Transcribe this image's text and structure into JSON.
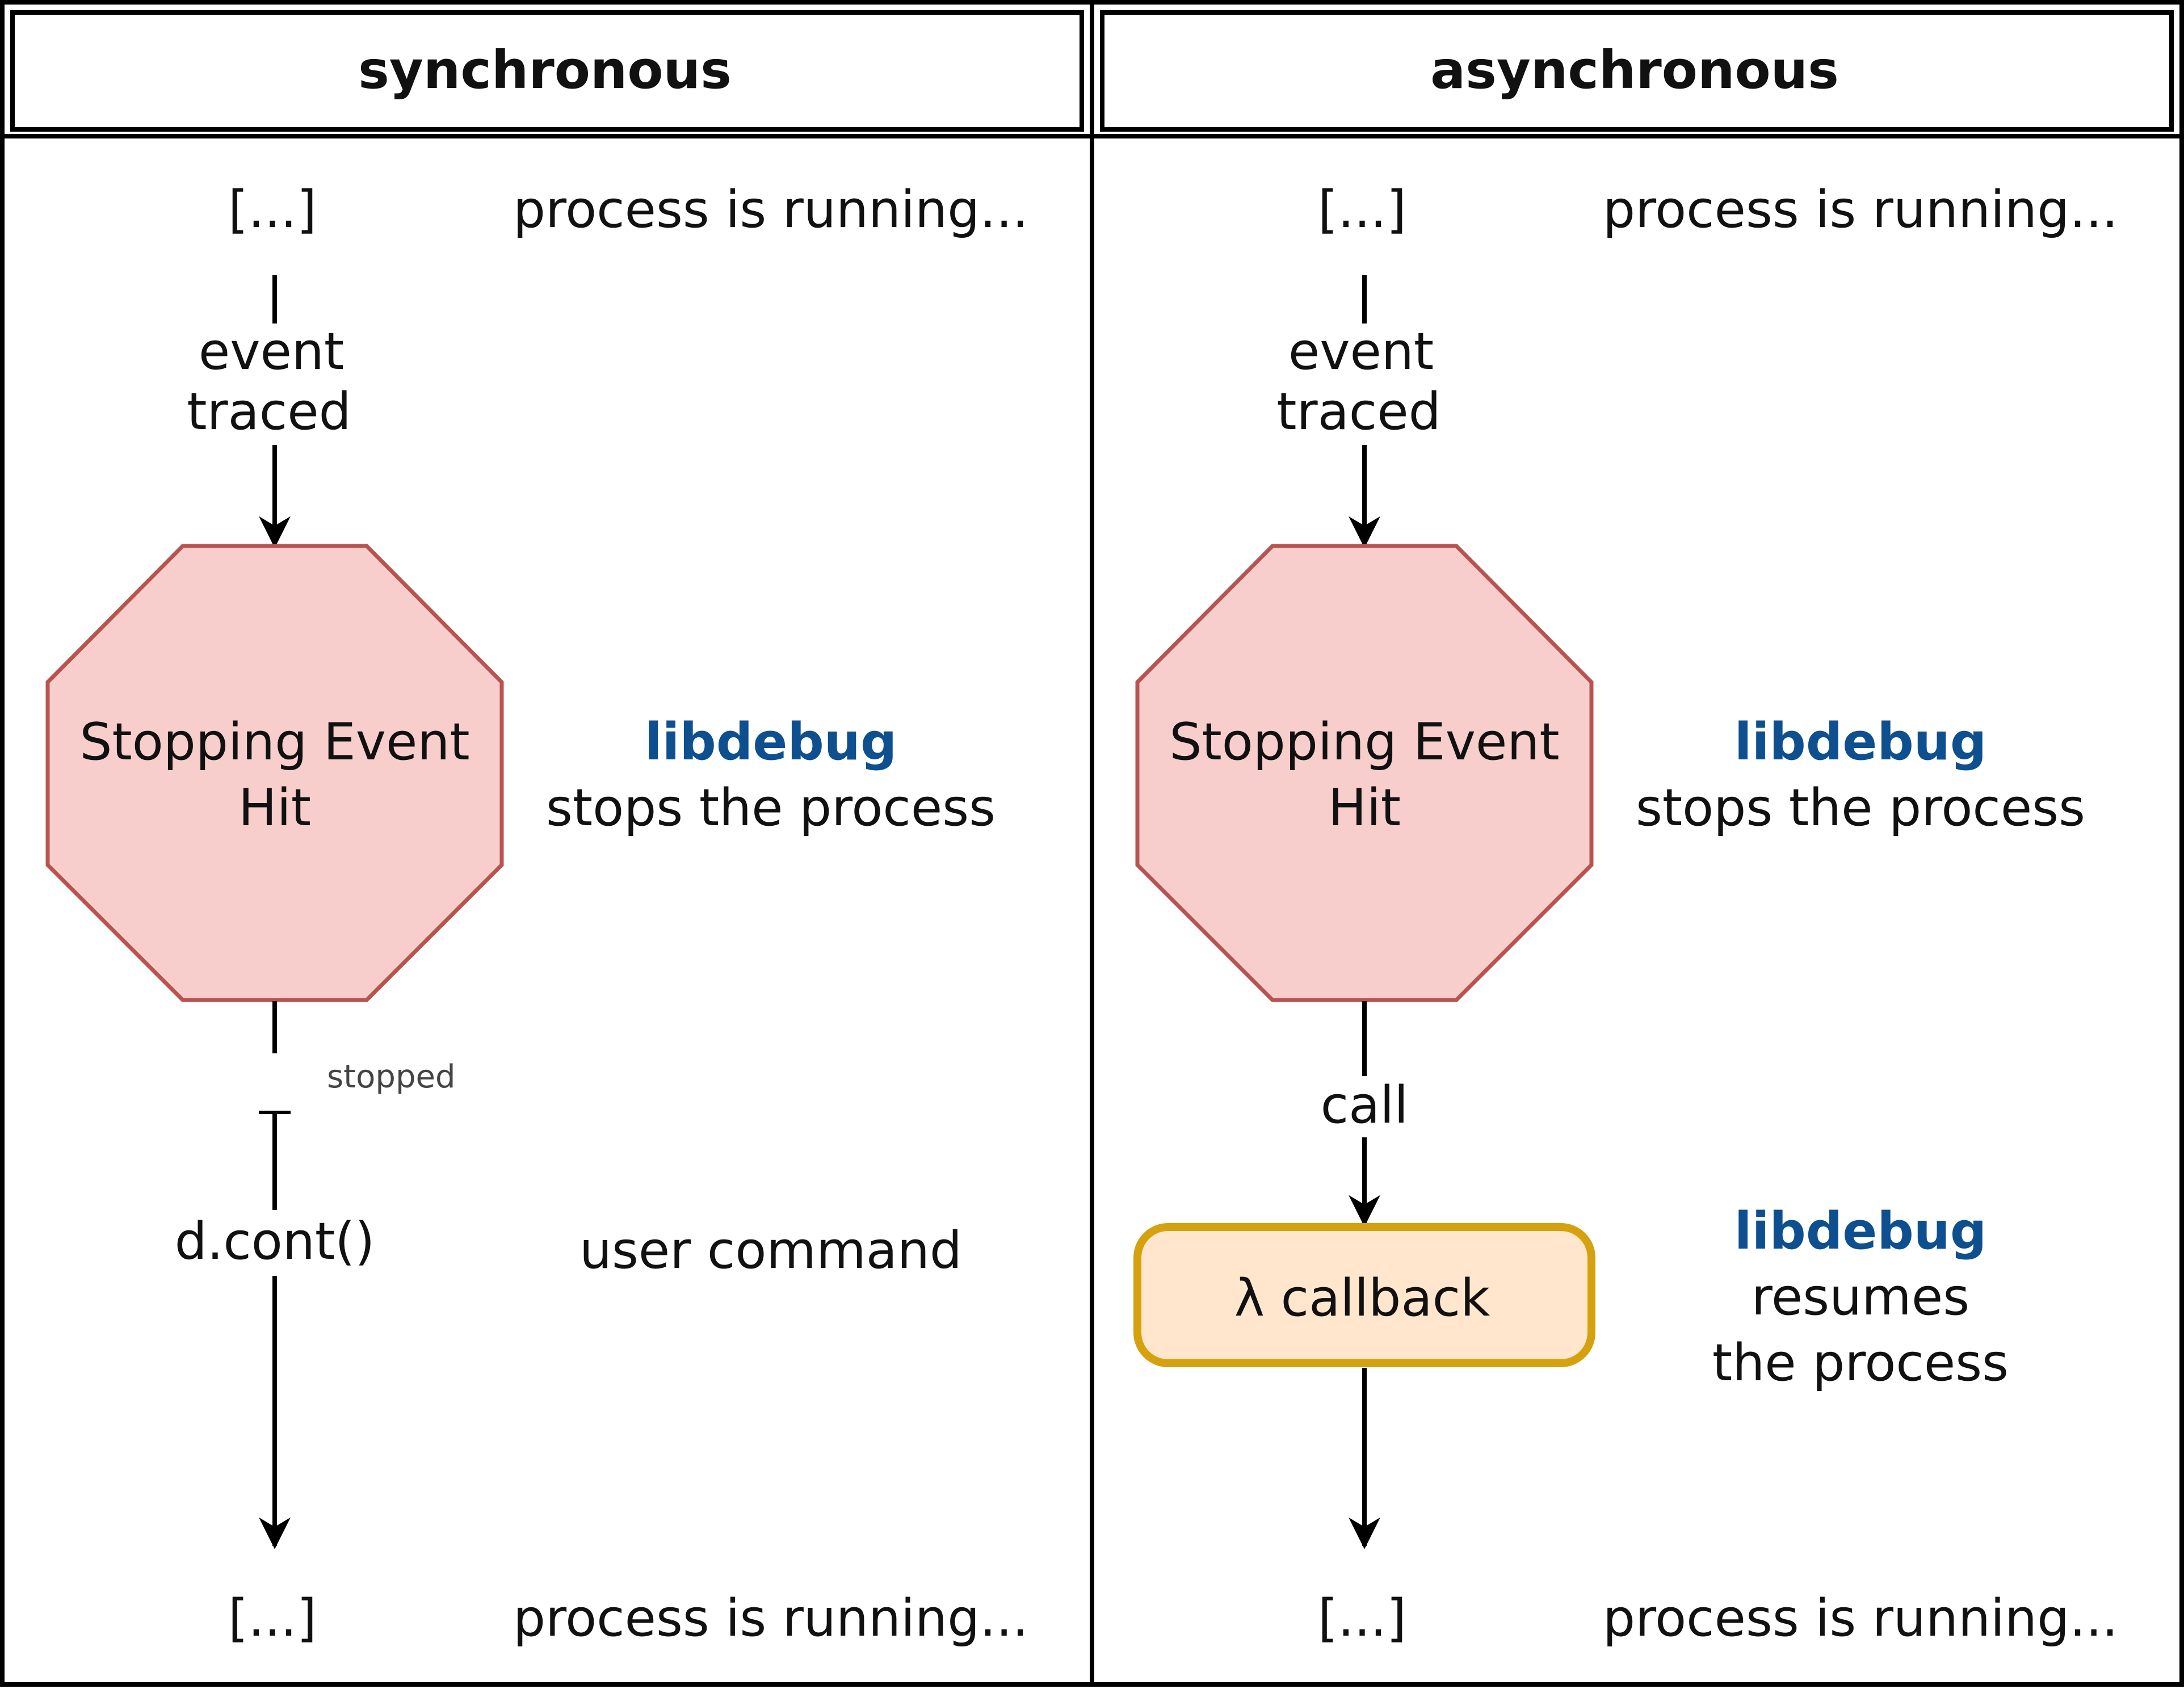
{
  "headers": {
    "sync": "synchronous",
    "async": "asynchronous"
  },
  "sync": {
    "top_ellipsis": "[...]",
    "top_status": "process is running...",
    "edge_event_line1": "event",
    "edge_event_line2": "traced",
    "stop_line1": "Stopping Event",
    "stop_line2": "Hit",
    "lib_name": "libdebug",
    "lib_action": "stops the process",
    "stopped_label": "stopped",
    "command": "d.cont()",
    "command_note": "user command",
    "bottom_ellipsis": "[...]",
    "bottom_status": "process is running..."
  },
  "async": {
    "top_ellipsis": "[...]",
    "top_status": "process is running...",
    "edge_event_line1": "event",
    "edge_event_line2": "traced",
    "stop_line1": "Stopping Event",
    "stop_line2": "Hit",
    "lib_name": "libdebug",
    "lib_action": "stops the process",
    "call_label": "call",
    "callback_label": "λ callback",
    "resume_lib_name": "libdebug",
    "resume_line1": "resumes",
    "resume_line2": "the process",
    "bottom_ellipsis": "[...]",
    "bottom_status": "process is running..."
  },
  "colors": {
    "stop_fill": "#f8cecc",
    "stop_stroke": "#b85450",
    "callback_fill": "#ffe6cc",
    "callback_stroke": "#d6a10f",
    "lib_text": "#0d4f8f"
  }
}
